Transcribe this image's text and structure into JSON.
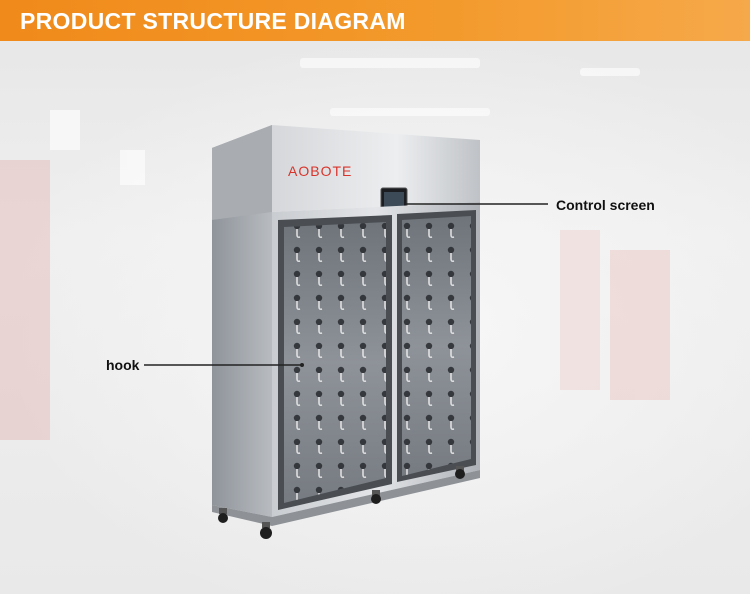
{
  "header": {
    "title": "PRODUCT STRUCTURE DIAGRAM"
  },
  "cabinet": {
    "brand": "AOBOTE"
  },
  "callouts": {
    "control_screen": "Control screen",
    "hook": "hook"
  },
  "colors": {
    "banner_accent": "#f08a1a",
    "brand_red": "#d9342b",
    "steel": "#b9bcc0"
  },
  "icons": [
    "cabinet-illustration",
    "control-screen-icon",
    "hook-icon",
    "caster-wheel-icon"
  ]
}
